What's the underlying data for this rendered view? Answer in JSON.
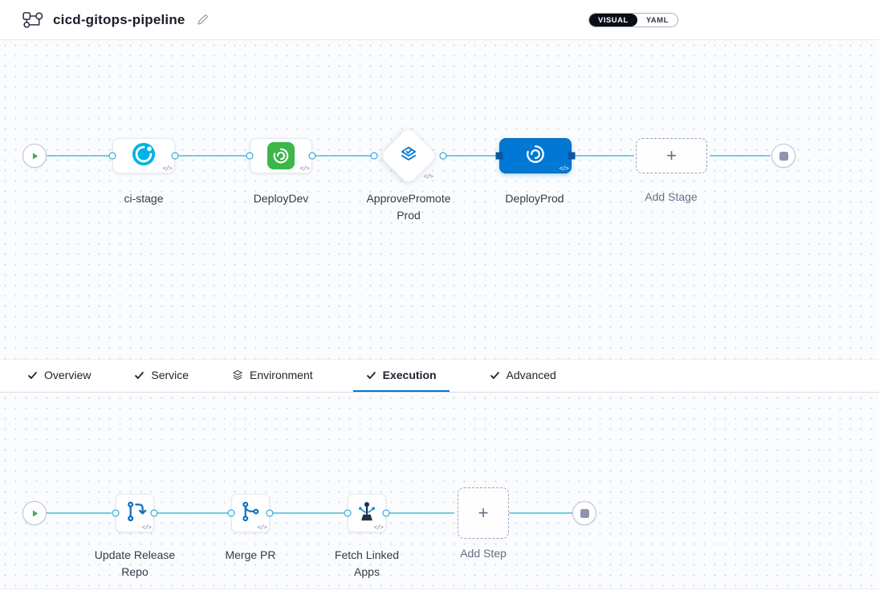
{
  "header": {
    "title": "cicd-gitops-pipeline",
    "mode_toggle": {
      "visual": "VISUAL",
      "yaml": "YAML",
      "selected": "VISUAL"
    }
  },
  "colors": {
    "accent_blue": "#0278d5",
    "connector_teal": "#74ccdf",
    "ci_icon_blue": "#00b3e4",
    "cd_icon_green": "#3cb84a",
    "play_green": "#3fae4a",
    "stop_gray": "#9293ab",
    "selected_stage_bg": "#0278d5"
  },
  "stage_pipeline": {
    "stages": [
      {
        "name": "ci-stage",
        "type": "ci",
        "selected": false
      },
      {
        "name": "DeployDev",
        "type": "cd",
        "selected": false
      },
      {
        "name": "ApprovePromoteProd",
        "type": "approval",
        "selected": false
      },
      {
        "name": "DeployProd",
        "type": "cd",
        "selected": true
      }
    ],
    "add_stage_label": "Add Stage"
  },
  "tab_bar": {
    "tabs": [
      {
        "label": "Overview",
        "icon": "check-icon",
        "active": false
      },
      {
        "label": "Service",
        "icon": "check-icon",
        "active": false
      },
      {
        "label": "Environment",
        "icon": "environment-icon",
        "active": false
      },
      {
        "label": "Execution",
        "icon": "check-icon",
        "active": true
      },
      {
        "label": "Advanced",
        "icon": "check-icon",
        "active": false
      }
    ]
  },
  "step_pipeline": {
    "steps": [
      {
        "name": "Update Release Repo",
        "icon": "update-release-repo-icon"
      },
      {
        "name": "Merge PR",
        "icon": "merge-pr-icon"
      },
      {
        "name": "Fetch Linked Apps",
        "icon": "fetch-linked-apps-icon"
      }
    ],
    "add_step_label": "Add Step"
  },
  "glyphs": {
    "code": "</>",
    "plus": "+"
  }
}
